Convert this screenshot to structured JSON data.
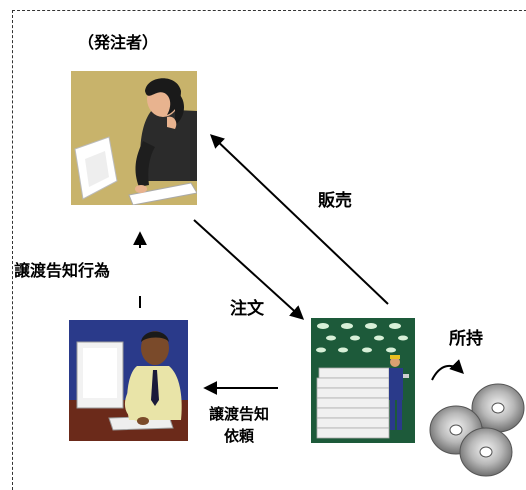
{
  "labels": {
    "orderer": "（発注者）",
    "sale": "販売",
    "transfer_notice_act": "譲渡告知行為",
    "order": "注文",
    "own": "所持",
    "transfer_request_line1": "譲渡告知",
    "transfer_request_line2": "依頼"
  },
  "colors": {
    "orderer_bg": "#c8b36b",
    "worker_bg": "#2a3a8a",
    "warehouse_bg": "#1d5a3a",
    "arrow": "#000000"
  },
  "icons": {
    "orderer_picture": "woman-at-computer-icon",
    "requester_picture": "man-at-computer-icon",
    "warehouse_picture": "warehouse-stock-icon",
    "discs": "disc-stack-icon"
  }
}
